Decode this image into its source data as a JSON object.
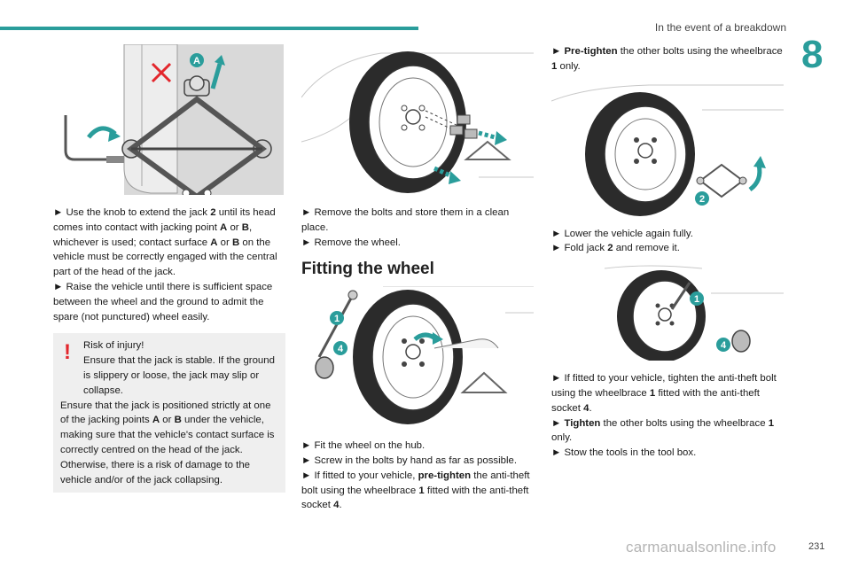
{
  "header": {
    "section_title": "In the event of a breakdown",
    "chapter_number": "8",
    "accent_color": "#2a9d9b"
  },
  "column1": {
    "illustration": {
      "callouts": [
        "A"
      ]
    },
    "steps": [
      [
        {
          "t": "► Use the knob to extend the jack "
        },
        {
          "t": "2",
          "b": true
        },
        {
          "t": " until its head comes into contact with jacking point "
        },
        {
          "t": "A",
          "b": true
        },
        {
          "t": " or "
        },
        {
          "t": "B",
          "b": true
        },
        {
          "t": ", whichever is used; contact surface "
        },
        {
          "t": "A",
          "b": true
        },
        {
          "t": " or "
        },
        {
          "t": "B",
          "b": true
        },
        {
          "t": " on the vehicle must be correctly engaged with the central part of the head of the jack."
        }
      ],
      [
        {
          "t": "► Raise the vehicle until there is sufficient space between the wheel and the ground to admit the spare (not punctured) wheel easily."
        }
      ]
    ],
    "warning": {
      "icon": "exclamation-icon",
      "color": "#e3262c",
      "lines": [
        [
          {
            "t": "Risk of injury!"
          }
        ],
        [
          {
            "t": "Ensure that the jack is stable. If the ground is slippery or loose, the jack may slip or collapse."
          }
        ],
        [
          {
            "t": "Ensure that the jack is positioned strictly at one of the jacking points "
          },
          {
            "t": "A",
            "b": true
          },
          {
            "t": " or "
          },
          {
            "t": "B",
            "b": true
          },
          {
            "t": " under the vehicle, making sure that the vehicle's contact surface is correctly centred on the head of the jack. Otherwise, there is a risk of damage to the vehicle and/or of the jack collapsing."
          }
        ]
      ]
    }
  },
  "column2": {
    "steps_top": [
      [
        {
          "t": "► Remove the bolts and store them in a clean place."
        }
      ],
      [
        {
          "t": "► Remove the wheel."
        }
      ]
    ],
    "section_heading": "Fitting the wheel",
    "illustration": {
      "callouts": [
        "1",
        "4"
      ]
    },
    "steps_bottom": [
      [
        {
          "t": "► Fit the wheel on the hub."
        }
      ],
      [
        {
          "t": "► Screw in the bolts by hand as far as possible."
        }
      ],
      [
        {
          "t": "► If fitted to your vehicle, "
        },
        {
          "t": "pre-tighten",
          "b": true
        },
        {
          "t": " the anti-theft bolt using the wheelbrace "
        },
        {
          "t": "1",
          "b": true
        },
        {
          "t": " fitted with the anti-theft socket "
        },
        {
          "t": "4",
          "b": true
        },
        {
          "t": "."
        }
      ]
    ]
  },
  "column3": {
    "steps_top": [
      [
        {
          "t": "► "
        },
        {
          "t": "Pre-tighten",
          "b": true
        },
        {
          "t": " the other bolts using the wheelbrace "
        },
        {
          "t": "1",
          "b": true
        },
        {
          "t": " only."
        }
      ]
    ],
    "illustration1": {
      "callouts": [
        "2"
      ]
    },
    "steps_mid": [
      [
        {
          "t": "► Lower the vehicle again fully."
        }
      ],
      [
        {
          "t": "► Fold jack "
        },
        {
          "t": "2",
          "b": true
        },
        {
          "t": " and remove it."
        }
      ]
    ],
    "illustration2": {
      "callouts": [
        "1",
        "4"
      ]
    },
    "steps_bottom": [
      [
        {
          "t": "► If fitted to your vehicle, tighten the anti-theft bolt using the wheelbrace "
        },
        {
          "t": "1",
          "b": true
        },
        {
          "t": " fitted with the anti-theft socket "
        },
        {
          "t": "4",
          "b": true
        },
        {
          "t": "."
        }
      ],
      [
        {
          "t": "► "
        },
        {
          "t": "Tighten",
          "b": true
        },
        {
          "t": " the other bolts using the wheelbrace "
        },
        {
          "t": "1",
          "b": true
        },
        {
          "t": " only."
        }
      ],
      [
        {
          "t": "► Stow the tools in the tool box."
        }
      ]
    ]
  },
  "footer": {
    "page_number": "231",
    "watermark": "carmanualsonline.info"
  }
}
